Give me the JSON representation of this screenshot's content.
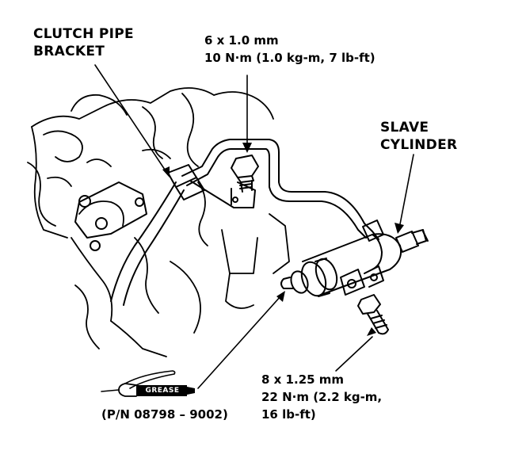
{
  "labels": {
    "clutch_pipe_bracket": [
      "CLUTCH PIPE",
      "BRACKET"
    ],
    "bolt_top": [
      "6 x 1.0 mm",
      "10 N·m (1.0 kg-m, 7 lb-ft)"
    ],
    "slave_cylinder": [
      "SLAVE",
      "CYLINDER"
    ],
    "bolt_bottom": [
      "8 x 1.25 mm",
      "22 N·m (2.2 kg-m,",
      "16 lb-ft)"
    ],
    "part_number": "(P/N 08798 – 9002)",
    "grease": "GREASE"
  },
  "colors": {
    "ink": "#000000",
    "paper": "#ffffff"
  }
}
